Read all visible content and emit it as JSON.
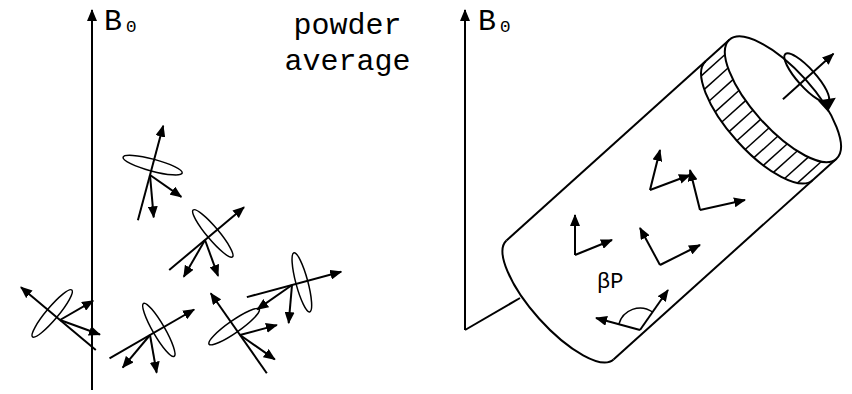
{
  "diagram": {
    "labels": [
      "B₀",
      "powder average",
      "B₀",
      "βP"
    ]
  }
}
